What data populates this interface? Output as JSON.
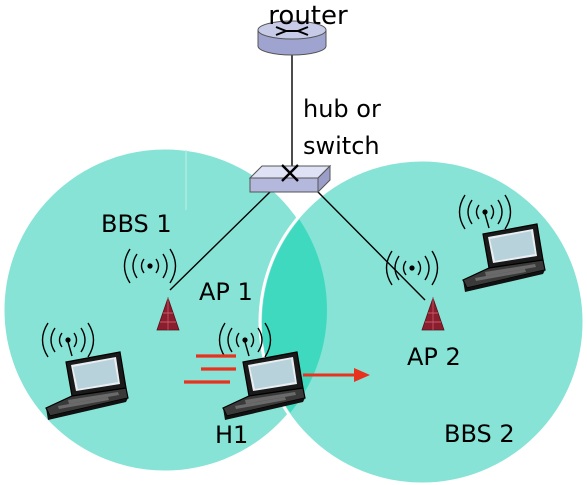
{
  "labels": {
    "router": "router",
    "hub_line1": "hub or",
    "hub_line2": "switch",
    "bbs1": "BBS 1",
    "bbs2": "BBS 2",
    "ap1": "AP 1",
    "ap2": "AP 2",
    "h1": "H1"
  },
  "colors": {
    "cell": "#86e3d6",
    "overlap": "#3fd9bf",
    "router_body": "#c8cbe8",
    "switch_body": "#c8cbe8",
    "antenna": "#8b1e2e",
    "motion_arrow": "#e8321e"
  },
  "icons": {
    "router": "router-icon",
    "switch": "switch-icon",
    "access_point": "antenna-tower-icon",
    "host": "laptop-icon",
    "signal": "wireless-signal-icon",
    "motion": "motion-arrow-icon"
  }
}
